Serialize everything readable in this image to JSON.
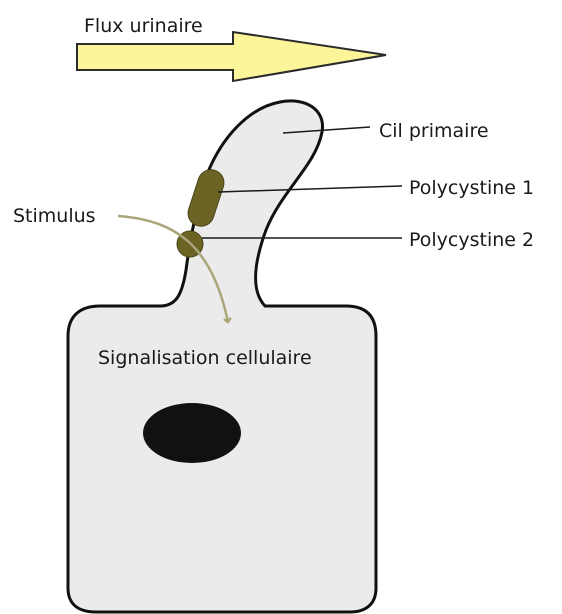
{
  "labels": {
    "flow": "Flux urinaire",
    "cilium": "Cil primaire",
    "pc1": "Polycystine 1",
    "pc2": "Polycystine 2",
    "stimulus": "Stimulus",
    "signaling": "Signalisation cellulaire"
  },
  "colors": {
    "arrow_fill": "#fdf59a",
    "arrow_stroke": "#2b2b2b",
    "cell_fill": "#ebebeb",
    "cell_stroke": "#111111",
    "nucleus": "#111111",
    "polycystin_1": "#6b6424",
    "polycystin_2": "#6b6424",
    "stimulus_arrow": "#a9a67a",
    "leader_line": "#1a1a1a"
  },
  "icons": {
    "flow_arrow": "block-arrow-right",
    "stimulus_arrow": "curved-arrow-down"
  }
}
